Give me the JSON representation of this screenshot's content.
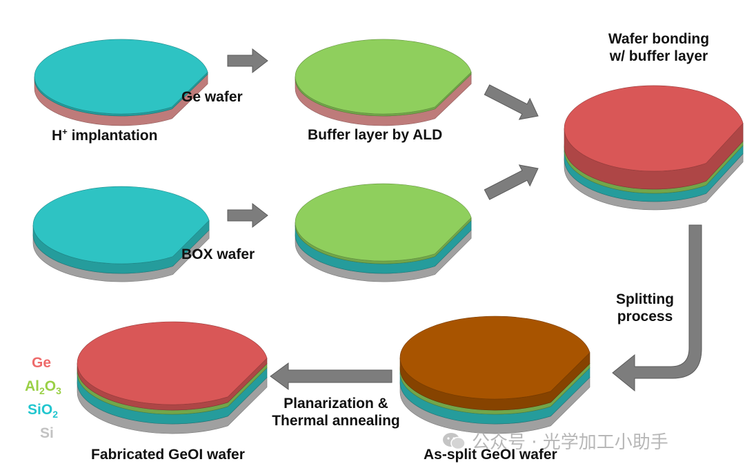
{
  "labels": {
    "ge_wafer": "Ge wafer",
    "h_implant_prefix": "H",
    "h_implant_sup": "+",
    "h_implant_suffix": " implantation",
    "buffer_ald": "Buffer layer by ALD",
    "wafer_bonding_line1": "Wafer bonding",
    "wafer_bonding_line2": "w/ buffer layer",
    "box_wafer": "BOX wafer",
    "splitting_line1": "Splitting",
    "splitting_line2": "process",
    "planarization_line1": "Planarization &",
    "planarization_line2": "Thermal annealing",
    "fabricated": "Fabricated GeOI wafer",
    "as_split": "As-split GeOI wafer"
  },
  "legend": [
    {
      "text": "Ge",
      "color": "#ee6b6b"
    },
    {
      "text": "Al",
      "sub1": "2",
      "mid": "O",
      "sub2": "3",
      "color": "#9ad046"
    },
    {
      "text": "SiO",
      "sub1": "2",
      "color": "#22c6cf"
    },
    {
      "text": "Si",
      "color": "#c2c2c2"
    }
  ],
  "watermark": "公众号 · 光学加工小助手",
  "colors": {
    "ge": "#d95757",
    "ge_pink": "#ee9a98",
    "ge_as_split": "#a85400",
    "al2o3": "#8fcf5d",
    "sio2": "#2ec3c3",
    "si": "#c8c8c8",
    "arrow": "#7d7d7d"
  }
}
